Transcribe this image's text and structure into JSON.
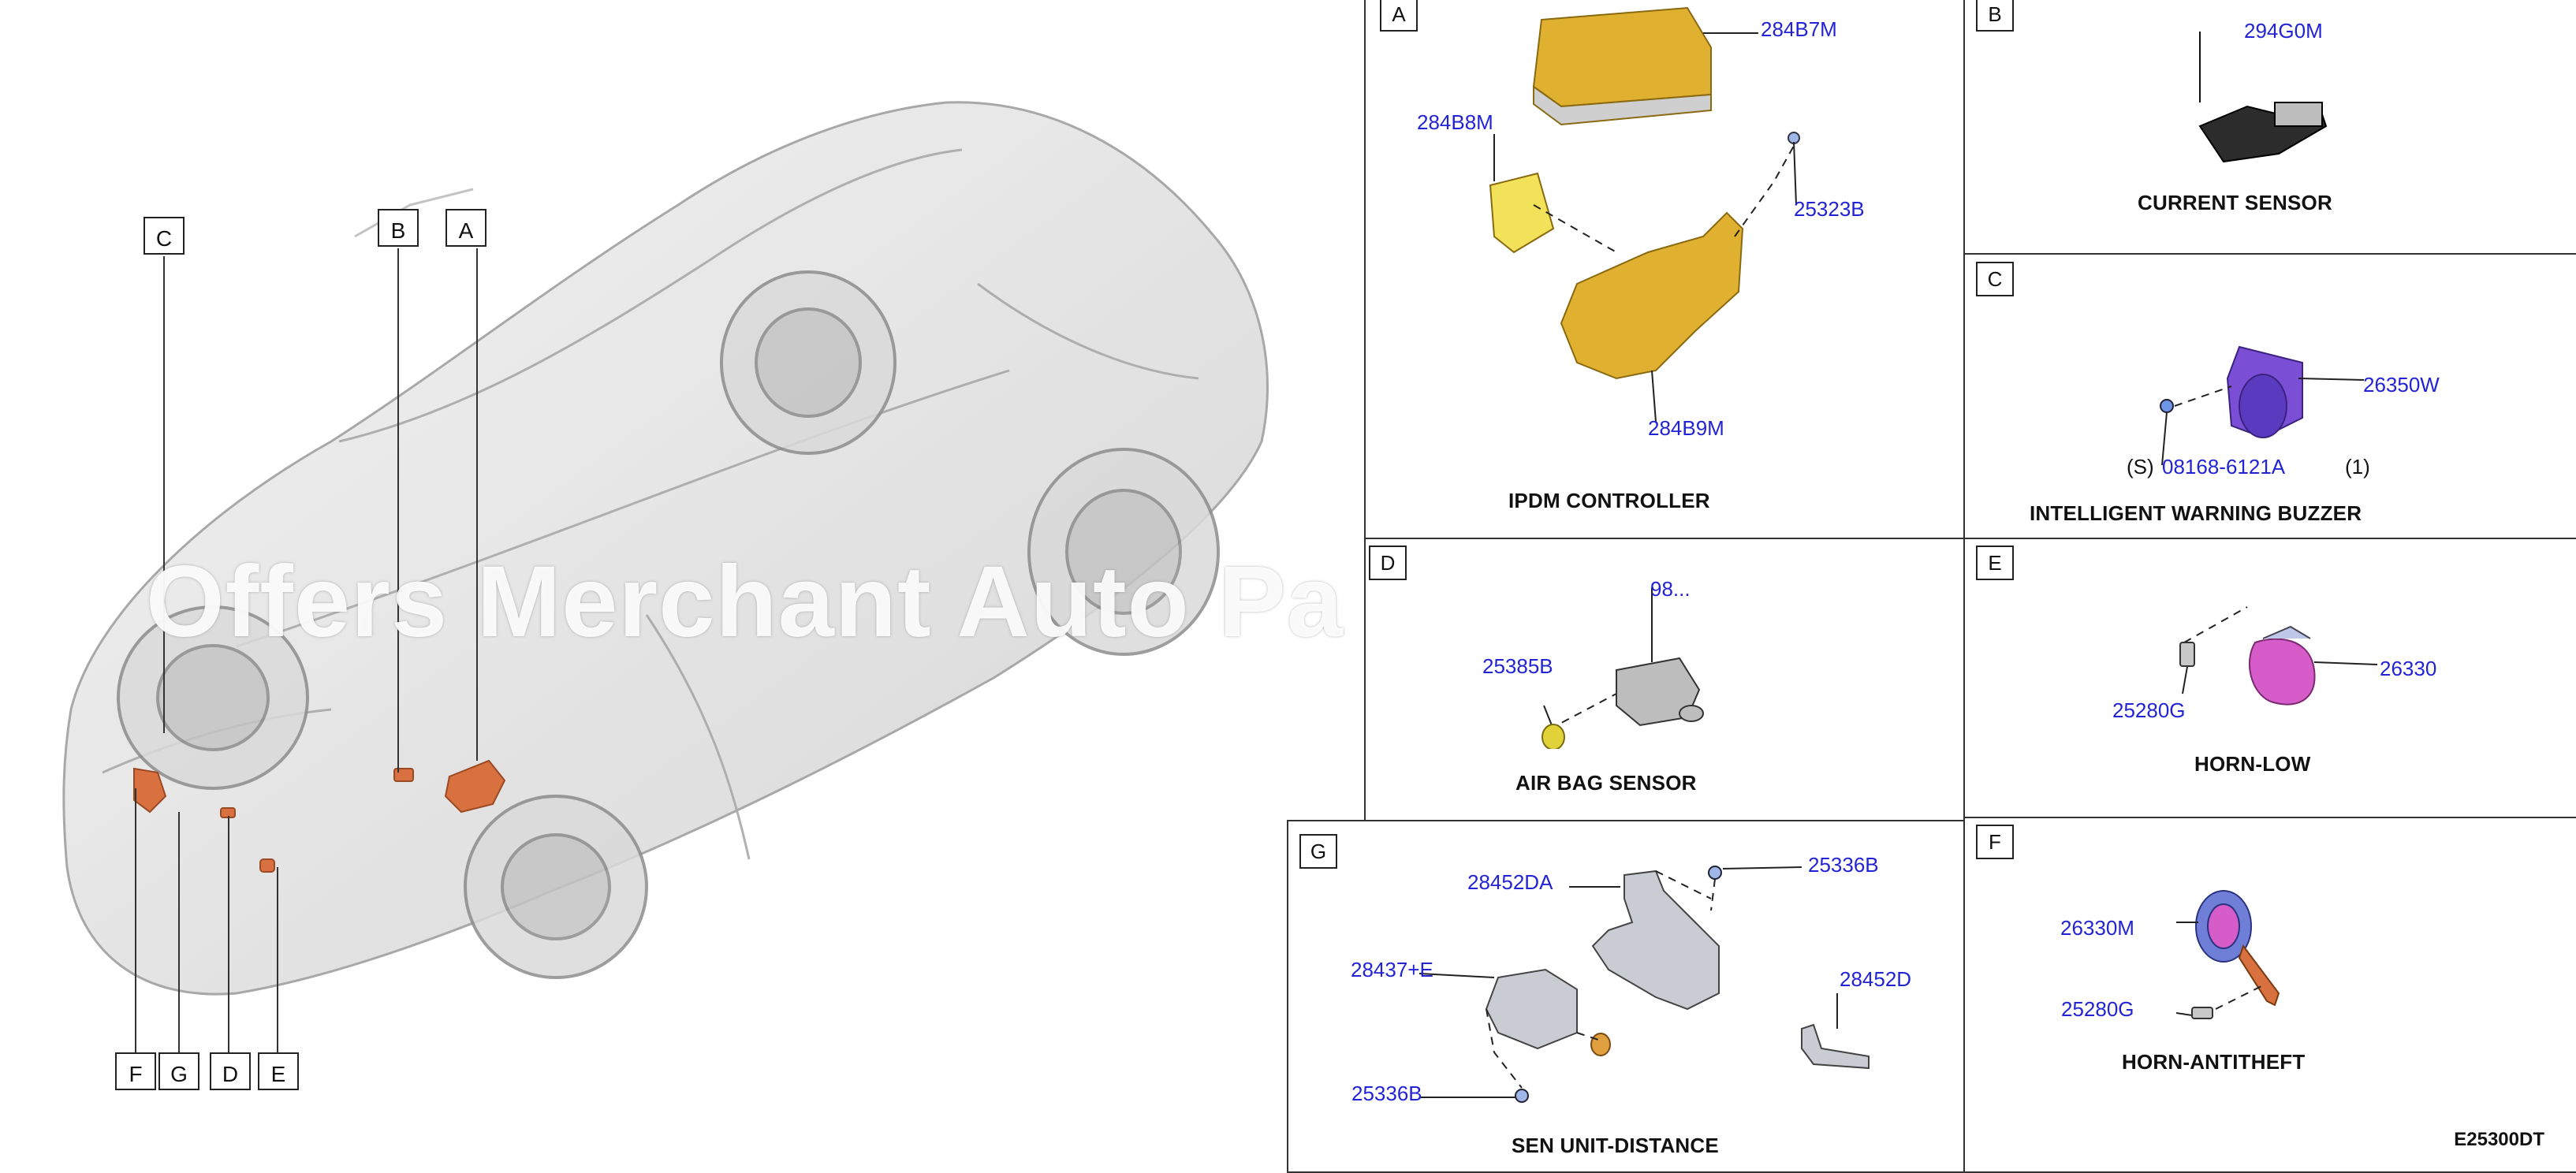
{
  "vehicle_callouts": [
    "C",
    "B",
    "A",
    "F",
    "G",
    "D",
    "E"
  ],
  "watermark": "Offers Merchant Auto Pa",
  "panels": {
    "A": {
      "letter": "A",
      "title": "IPDM CONTROLLER",
      "parts": [
        "284B7M",
        "284B8M",
        "25323B",
        "284B9M"
      ]
    },
    "B": {
      "letter": "B",
      "title": "CURRENT SENSOR",
      "parts": [
        "294G0M"
      ]
    },
    "C": {
      "letter": "C",
      "title": "INTELLIGENT WARNING BUZZER",
      "parts": [
        "26350W",
        "08168-6121A"
      ],
      "notes": [
        "(S)",
        "(1)"
      ]
    },
    "D": {
      "letter": "D",
      "title": "AIR BAG SENSOR",
      "parts": [
        "25385B",
        "98..."
      ]
    },
    "E": {
      "letter": "E",
      "title": "HORN-LOW",
      "parts": [
        "26330",
        "25280G"
      ]
    },
    "F": {
      "letter": "F",
      "title": "HORN-ANTITHEFT",
      "parts": [
        "26330M",
        "25280G"
      ]
    },
    "G": {
      "letter": "G",
      "title": "SEN UNIT-DISTANCE",
      "parts": [
        "28452DA",
        "25336B",
        "28437+E",
        "28452D",
        "25336B"
      ]
    }
  },
  "diagram_code": "E25300DT",
  "colors": {
    "part_number": "#2323d6",
    "highlight_part": "#d9703f",
    "ipdm_yellow": "#e0b030",
    "buzzer_purple": "#7a4fd6",
    "horn_magenta": "#d65cc9"
  }
}
